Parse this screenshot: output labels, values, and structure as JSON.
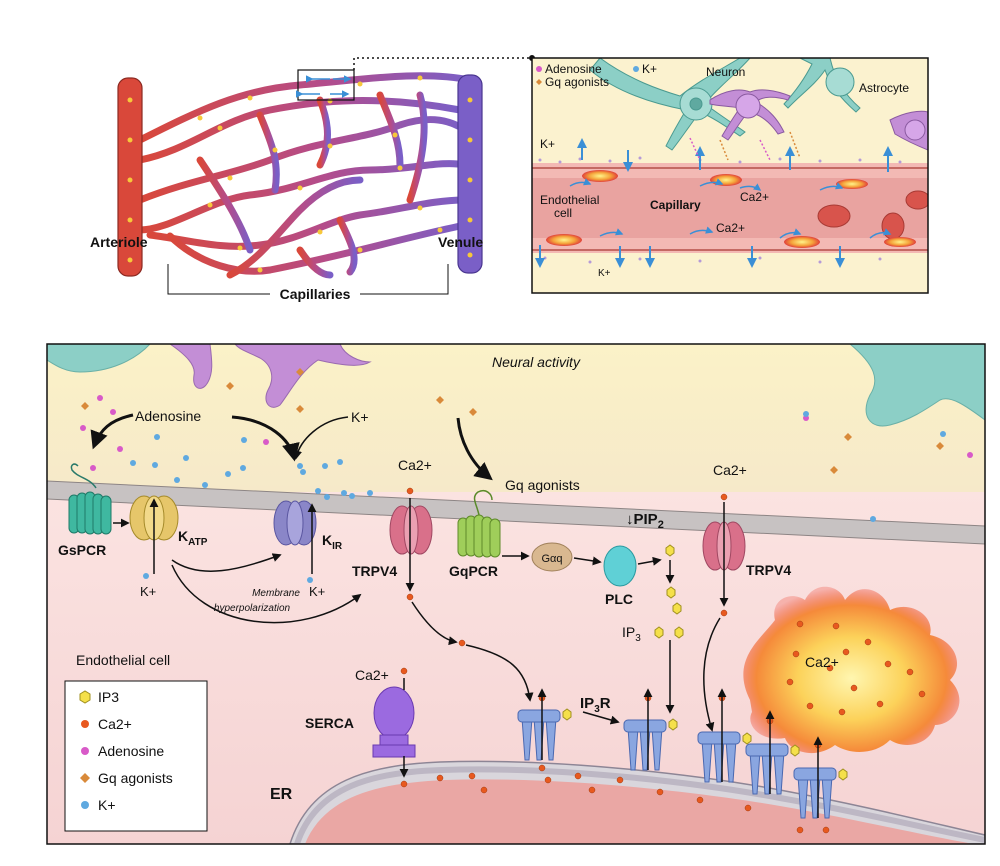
{
  "top_left": {
    "arteriole_label": "Arteriole",
    "venule_label": "Venule",
    "capillaries_label": "Capillaries"
  },
  "inset": {
    "adenosine": "Adenosine",
    "k_plus": "K+",
    "gq_agonists": "Gq agonists",
    "neuron": "Neuron",
    "astrocyte": "Astrocyte",
    "k_plus_left": "K+",
    "endothelial_cell": "Endothelial",
    "endothelial_cell_2": "cell",
    "capillary": "Capillary",
    "ca2_a": "Ca2+",
    "ca2_b": "Ca2+",
    "k_plus_bottom": "K+"
  },
  "main": {
    "neural_activity": "Neural activity",
    "adenosine": "Adenosine",
    "k_plus_top": "K+",
    "ca2_trpv4_left": "Ca2+",
    "gq_agonists": "Gq agonists",
    "ca2_trpv4_right": "Ca2+",
    "pip2": "↓PIP",
    "pip2_sub": "2",
    "gspcr": "GsPCR",
    "katp": "K",
    "katp_sub": "ATP",
    "kir": "K",
    "kir_sub": "IR",
    "trpv4_left": "TRPV4",
    "gqpcr": "GqPCR",
    "gaq": "Gαq",
    "plc": "PLC",
    "trpv4_right": "TRPV4",
    "k_plus_katp": "K+",
    "k_plus_kir": "K+",
    "membrane_hyper_1": "Membrane",
    "membrane_hyper_2": "hyperpolarization",
    "ip3": "IP",
    "ip3_sub": "3",
    "ip3r": "IP",
    "ip3r_sub": "3",
    "ip3r_tail": "R",
    "endothelial_cell": "Endothelial cell",
    "serca": "SERCA",
    "ca2_serca": "Ca2+",
    "ca2_cloud": "Ca2+",
    "er": "ER"
  },
  "legend": [
    {
      "label": "IP3",
      "color": "#f5e04a",
      "shape": "hexagon"
    },
    {
      "label": "Ca2+",
      "color": "#e8591f",
      "shape": "circle"
    },
    {
      "label": "Adenosine",
      "color": "#d85ac8",
      "shape": "circle"
    },
    {
      "label": "Gq agonists",
      "color": "#d98a3a",
      "shape": "diamond"
    },
    {
      "label": "K+",
      "color": "#5fa9e0",
      "shape": "circle"
    }
  ]
}
